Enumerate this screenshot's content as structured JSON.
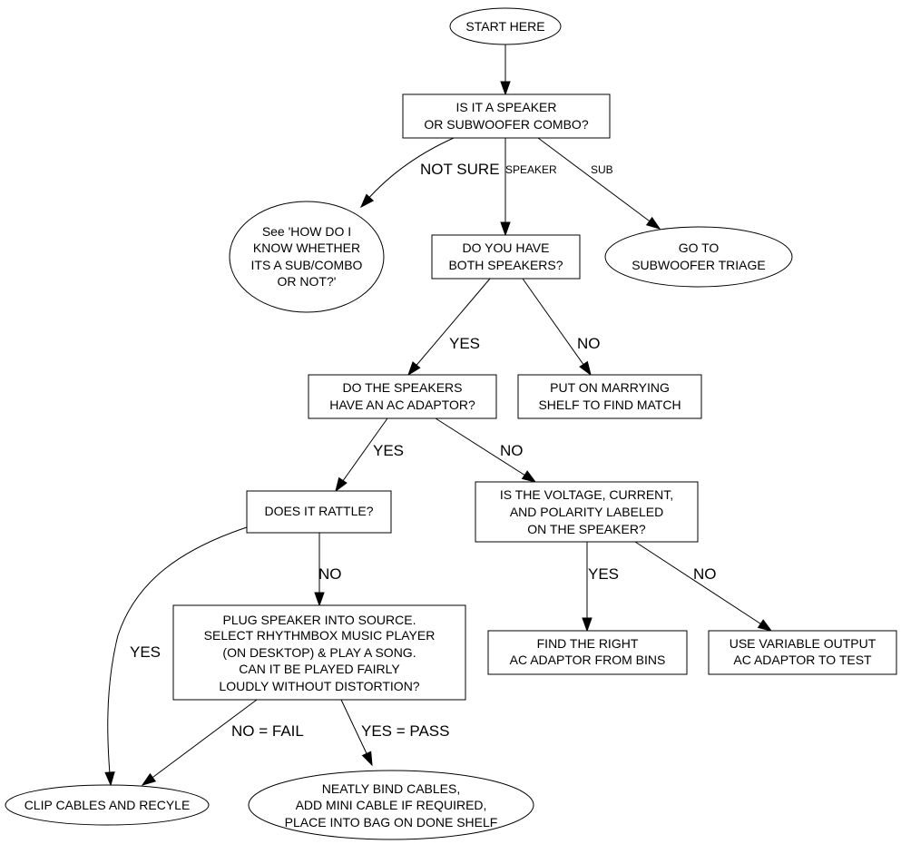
{
  "diagram": {
    "colors": {
      "stroke": "#000000",
      "background": "#ffffff",
      "text": "#000000"
    },
    "nodes": [
      {
        "id": "start",
        "shape": "ellipse",
        "lines": [
          "START HERE"
        ]
      },
      {
        "id": "q-speaker-or-sub",
        "shape": "box",
        "lines": [
          "IS IT A SPEAKER",
          "OR SUBWOOFER COMBO?"
        ]
      },
      {
        "id": "see-how-do-i-know",
        "shape": "ellipse",
        "lines": [
          "See 'HOW DO I",
          "KNOW WHETHER",
          "ITS A SUB/COMBO",
          "OR NOT?'"
        ]
      },
      {
        "id": "q-both-speakers",
        "shape": "box",
        "lines": [
          "DO YOU HAVE",
          "BOTH SPEAKERS?"
        ]
      },
      {
        "id": "go-subwoofer-triage",
        "shape": "ellipse",
        "lines": [
          "GO TO",
          "SUBWOOFER TRIAGE"
        ]
      },
      {
        "id": "q-ac-adaptor",
        "shape": "box",
        "lines": [
          "DO THE SPEAKERS",
          "HAVE AN AC ADAPTOR?"
        ]
      },
      {
        "id": "marrying-shelf",
        "shape": "box",
        "lines": [
          "PUT ON MARRYING",
          "SHELF TO FIND MATCH"
        ]
      },
      {
        "id": "q-rattle",
        "shape": "box",
        "lines": [
          "DOES IT RATTLE?"
        ]
      },
      {
        "id": "q-voltage-labeled",
        "shape": "box",
        "lines": [
          "IS THE VOLTAGE, CURRENT,",
          "AND POLARITY LABELED",
          "ON THE SPEAKER?"
        ]
      },
      {
        "id": "plug-speaker-test",
        "shape": "box",
        "lines": [
          "PLUG SPEAKER INTO SOURCE.",
          "SELECT RHYTHMBOX MUSIC PLAYER",
          "(ON DESKTOP) & PLAY A SONG.",
          "CAN IT BE PLAYED FAIRLY",
          "LOUDLY WITHOUT DISTORTION?"
        ]
      },
      {
        "id": "find-ac-adaptor",
        "shape": "box",
        "lines": [
          "FIND THE RIGHT",
          "AC ADAPTOR FROM BINS"
        ]
      },
      {
        "id": "variable-output-adaptor",
        "shape": "box",
        "lines": [
          "USE VARIABLE OUTPUT",
          "AC ADAPTOR TO TEST"
        ]
      },
      {
        "id": "clip-cables-recycle",
        "shape": "ellipse",
        "lines": [
          "CLIP CABLES AND RECYLE"
        ]
      },
      {
        "id": "bind-cables-done",
        "shape": "ellipse",
        "lines": [
          "NEATLY BIND CABLES,",
          "ADD MINI CABLE IF REQUIRED,",
          "PLACE INTO BAG ON DONE SHELF"
        ]
      }
    ],
    "edges": [
      {
        "from": "start",
        "to": "q-speaker-or-sub",
        "label": ""
      },
      {
        "from": "q-speaker-or-sub",
        "to": "see-how-do-i-know",
        "label": "NOT SURE"
      },
      {
        "from": "q-speaker-or-sub",
        "to": "q-both-speakers",
        "label": "SPEAKER"
      },
      {
        "from": "q-speaker-or-sub",
        "to": "go-subwoofer-triage",
        "label": "SUB"
      },
      {
        "from": "q-both-speakers",
        "to": "q-ac-adaptor",
        "label": "YES"
      },
      {
        "from": "q-both-speakers",
        "to": "marrying-shelf",
        "label": "NO"
      },
      {
        "from": "q-ac-adaptor",
        "to": "q-rattle",
        "label": "YES"
      },
      {
        "from": "q-ac-adaptor",
        "to": "q-voltage-labeled",
        "label": "NO"
      },
      {
        "from": "q-rattle",
        "to": "clip-cables-recycle",
        "label": "YES"
      },
      {
        "from": "q-rattle",
        "to": "plug-speaker-test",
        "label": "NO"
      },
      {
        "from": "q-voltage-labeled",
        "to": "find-ac-adaptor",
        "label": "YES"
      },
      {
        "from": "q-voltage-labeled",
        "to": "variable-output-adaptor",
        "label": "NO"
      },
      {
        "from": "plug-speaker-test",
        "to": "clip-cables-recycle",
        "label": "NO = FAIL"
      },
      {
        "from": "plug-speaker-test",
        "to": "bind-cables-done",
        "label": "YES = PASS"
      }
    ]
  }
}
